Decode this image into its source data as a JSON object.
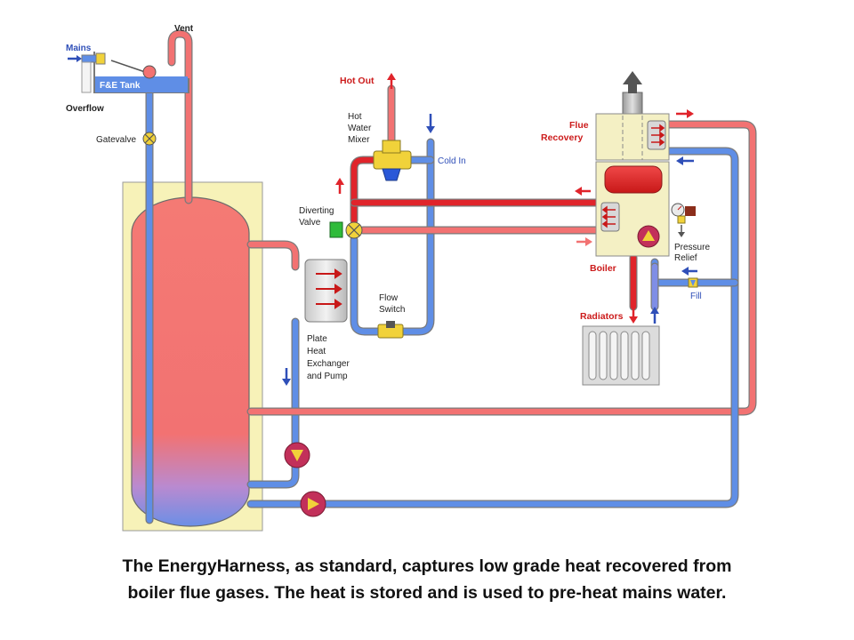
{
  "labels": {
    "vent": "Vent",
    "mains": "Mains",
    "fe_tank": "F&E Tank",
    "overflow": "Overflow",
    "gatevalve": "Gatevalve",
    "hot_out": "Hot Out",
    "hot_water_mixer": [
      "Hot",
      "Water",
      "Mixer"
    ],
    "cold_in": "Cold In",
    "diverting_valve": [
      "Diverting",
      "Valve"
    ],
    "flow_switch": [
      "Flow",
      "Switch"
    ],
    "plate_heat_exchanger": [
      "Plate",
      "Heat",
      "Exchanger",
      "and Pump"
    ],
    "flue_recovery": [
      "Flue",
      "Recovery"
    ],
    "boiler": "Boiler",
    "pressure_relief": [
      "Pressure",
      "Relief"
    ],
    "fill": "Fill",
    "radiators": "Radiators"
  },
  "caption": {
    "line1": "The EnergyHarness, as standard, captures low grade heat recovered from",
    "line2": "boiler flue gases.  The heat is stored and is used to pre-heat mains water."
  },
  "colors": {
    "hot_pipe": "#f27272",
    "hot_pipe_strong": "#e0242b",
    "cold_pipe": "#5f8ee6",
    "pipe_outline": "#7a7a7a",
    "cylinder_jacket": "#f7f2b8",
    "unit_cream": "#f4f0c4",
    "label_red": "#cc1b1b"
  }
}
